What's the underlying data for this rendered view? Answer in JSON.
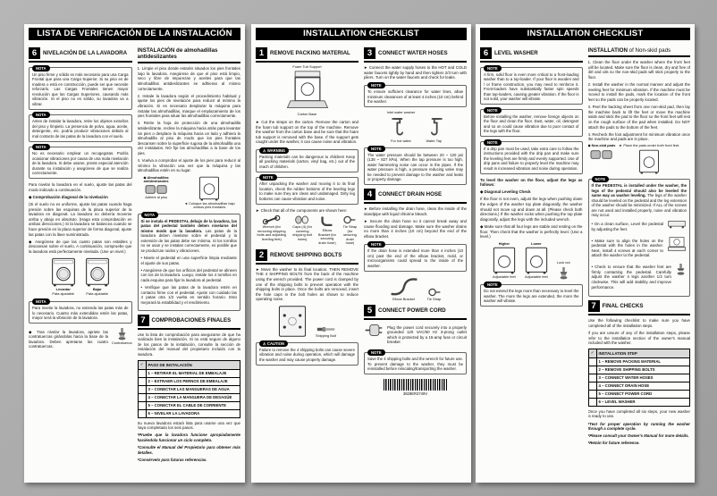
{
  "labels": {
    "nota": "NOTA",
    "note": "NOTE",
    "warning": "WARNING",
    "caution": "CAUTION",
    "check": "✓"
  },
  "es": {
    "header": "LISTA DE VERIFICACIÓN DE LA INSTALACIÓN",
    "s6_num": "6",
    "s6_title": "NIVELACIÓN DE LA LAVADORA",
    "note1": "Un piso firme y sólido es más necesario para una Carga Frontal que para una Carga Superior. Si su piso es de madera o está en construcción, puede ser que necesite reforzarlo. Las Cargas Frontales tienen mayor revolución que las Cargas Superiores, causando más vibración. Si el piso no es sólido, su lavadora va a vibrar.",
    "note2": "Antes de instalar la lavadora, retire los objetos extraños del piso y límpielo. La presencia de polvo, agua, aceite, detergente, etc. podría producir vibraciones debido al mal contacto de las patas de la lavadora con el suelo.",
    "note3": "No es necesario emplear un recogegotas. Podría ocasionar vibraciones por causa de una mala nivelación de la lavadora. Si debe usarse, preste especial atención durante su instalación y asegúrese de que se realiza correctamente.",
    "intro": "Para nivelar la lavadora en el suelo, ajuste las patas del modo indicado a continuación.",
    "diag_title": "◆ Comprobación diagonal de la nivelación",
    "diag_text": "(Si el suelo no es uniforme, ajuste las patas cuando haga presión sobre las esquinas de la placa superior de la lavadora en diagonal. La lavadora no debería moverse arriba y abajo en absoluto. (Haga esta comprobación en ambas direcciones.) Si la lavadora se balancea cuando se hace presión en la placa superior de forma diagonal, ajuste las patas con la llave suministrada.",
    "diag_b1": "◆ Asegúrese de que las cuatro patas son estables y descansan sobre el suelo. A continuación, compruebe que la lavadora está perfectamente nivelada. (Use un nivel.)",
    "fig_up": "Levantar",
    "fig_down": "Bajar",
    "fig_foot1": "Pata ajustable",
    "fig_foot2": "Pata ajustable",
    "note4": "Para nivelar la lavadora, no extienda las patas más de lo necesario. Cuanto más extendidas estén las patas, mayor será la vibración de la lavadora.",
    "after1": "◆ Tras nivelar la lavadora, apriete las contratuercas girándolas hacia la base de la lavadora. Deben apretarse las cuatro contratuercas.",
    "fig_nut": "Contratuerca",
    "pads_title": "INSTALACIÓN de almohadillas antideslizantes",
    "pads1": "1. Limpie el piso donde estarán situados los pies frontales bajo la lavadora. Asegúrese de que el piso está limpio, seco y libre de impurezas y aceites para que las almohadillas antideslizantes se adhieran al mismo correctamente.",
    "pads2": "2. Instale la lavadora según el procedimiento habitual y ajuste los pies de nivelación para reducir al mínimo la vibración. Si es necesario desplazar la máquina para instalar las almohadillas, marque el emplazamiento de los pies frontales para situar las almohadillas correctamente.",
    "pads3": "3. Retire la hoja de protección de una almohadilla antideslizante, recline la máquina hacia atrás para levantar los pies o desplace la máquina hacia un lado y adhiera la almohadilla al piso de modo que los pies frontales descansen sobre la superficie rugosa de la almohadilla una vez instalados. NO fije las almohadillas a la base de los pies.",
    "pads4": "4. Vuelva a comprobar el ajuste de los pies para reducir al mínimo la vibración una vez que la máquina y las almohadillas estén en su lugar.",
    "pads_label": "◆ Almohadillas antideslizantes",
    "pads_attach": "Adherir al piso",
    "pads_place": "◄ Coloque las almohadillas bajo ambos pies frontales",
    "ped_bold": "Si se instala el PEDESTAL debajo de la lavadora, las patas del pedestal también deben nivelarse del mismo modo que la lavadora.",
    "ped_text": "Las patas de la lavadora deben nivelarse sobre el pedestal y la extensión de las patas debe ser mínima. Si los tornillos no se usan y se instalan correctamente, es posible que se produzcan ruidos y vibraciones.",
    "ped_b1": "• Nivele el pedestal en una superficie limpia mediante el ajuste de sus patas.",
    "ped_b2": "• Asegúrese de que los orificios del pedestal se alineen con los de la lavadora. Luego, instale los 4 tornillos en cada esquina para fijar la lavadora al pedestal.",
    "ped_b3": "• Verifique que las patas de la lavadora estén en contacto firme con el pedestal. Ajuste con cuidado las 4 patas otra 1/2 vuelta en sentido horario. Esto mejorará la estabilidad y el rendimiento.",
    "s7_num": "7",
    "s7_title": "COMPROBACIONES FINALES",
    "s7_intro": "Use la lista de comprobación para asegurarse de que ha realizado bien la instalación. Si no está seguro de alguno de los pasos de la instalación, consulte la sección de instalación del manual del propietario incluido con la lavadora.",
    "chk_header": "PASO DE INSTALACIÓN",
    "checklist": [
      "1 – RETIRAR EL MATERIAL DE EMBALAJE",
      "2 – EXTRAER LOS PERNOS DE EMBALAJE",
      "3 – CONECTAR LAS MANGUERAS DE AGUA",
      "4 – CONECTAR LA MANGUERA DE DESAGÜE",
      "5 – CONECTAR EL CABLE DE CORRIENTE",
      "6 – NIVELAR LA LAVADORA"
    ],
    "s7_done": "Su nueva lavadora estará lista para usarse una vez que haya completado los seis pasos.",
    "foot1": "*Pruebe que la lavadora funcione apropiadamente haciéndola funcionar un ciclo completo.",
    "foot2": "*Consulte el Manual del Propietario para obtener más detalles.",
    "foot3": "*Consérvelo para futuras referencias."
  },
  "en1": {
    "header": "INSTALLATION CHECKLIST",
    "s1_num": "1",
    "s1_title": "REMOVE PACKING MATERIAL",
    "fig_foam": "Foam Tub Support",
    "fig_carton": "Carton Base",
    "s1_text": "► Cut the straps on the carton. Remove the carton and the foam tub support on the top of the machine. Remove the washer from the carton base and be sure that the foam tub support is removed with the base. If the support gets caught under the washer, it can cause noise and vibration.",
    "warn_text": "Packing materials can be dangerous to children! Keep all packing materials (carton, vinyl bag, etc.) out of the reach of children.",
    "note1": "After unpacking the washer and moving it to its final location, check the rubber bottoms of the leveling legs to make sure they are clean and undamaged. Dirty leg bottoms can cause vibration and noise.",
    "s1_check": "► Check that all of the components are shown here:",
    "tool1": "Wrench (for removing shipping bolts and adjusting leveling feet)",
    "tool2": "Caps (4) (for covering shipping bolt holes)",
    "tool3": "Elbow Bracket (for securing drain hose)",
    "tool4": "Tie Strap (for securing drain hose)",
    "s2_num": "2",
    "s2_title": "REMOVE SHIPPING BOLTS",
    "s2_text": "► Move the washer to its final location. THEN REMOVE THE 4 SHIPPING BOLTS from the back of the machine using the wrench provided. The power cord is clamped by one of the shipping bolts to prevent operation with the shipping bolts in place. Once the bolts are removed, insert the hole caps in the bolt holes as shown to reduce operating noise.",
    "fig_bolt1": "Elbow Bracket",
    "fig_bolt2": "Shipping Bolt",
    "caution_text": "Failure to remove the 4 shipping bolts can cause severe vibration and noise during operation, which will damage the washer and may cause property damage.",
    "s3_num": "3",
    "s3_title": "CONNECT WATER HOSES",
    "s3_text": "► Connect the water supply hoses to the HOT and COLD water faucets tightly by hand and then tighten 2/3 turn with pliers. Turn on the water faucets and check for leaks.",
    "note2": "To ensure sufficient clearance for water lines, allow minimum clearances of at least 4 inches (10 cm) behind the washer.",
    "fig_hot": "For hot water",
    "fig_cold": "Inlet water washer",
    "fig_tap": "Water Tap",
    "note3": "The water pressure should be between 20 ~ 120 psi (138 ~ 827 kPa). When the tap pressure is too high, water hammering noise can occur in the pipes. If the water pressure is high, a pressure reducing valve may be needed to prevent damage to the washer and leaks or property damage.",
    "s4_num": "4",
    "s4_title": "CONNECT DRAIN HOSE",
    "s4_b1": "► Before installing the drain hose, clean the inside of the standpipe with liquid chlorine bleach.",
    "s4_b2": "► Secure the drain hose so it cannot break away and cause flooding and damage. Make sure the washer drains no more than 4 inches (10 cm) beyond the end of the elbow bracket.",
    "note4": "If the drain hose is extended more than 4 inches (10 cm) past the end of the elbow bracket, mold, or microorganisms could spread to the inside of the washer.",
    "fig_elbow": "Elbow Bracket",
    "fig_tie": "Tie Strap",
    "s5_num": "5",
    "s5_title": "CONNECT POWER CORD",
    "s5_text": "Plug the power cord securely into a properly grounded 120 VAC/60 Hz 3-prong outlet which is protected by a 15-amp fuse or circuit breaker.",
    "note5": "Save the 4 shipping bolts and the wrench for future use. To prevent damage to the washer, they must be reinstalled before relocating/transporting the washer.",
    "barcode": "3828ER3749V"
  },
  "en2": {
    "header": "INSTALLATION CHECKLIST",
    "s6_num": "6",
    "s6_title": "LEVEL WASHER",
    "note1": "A firm, solid floor is even more critical to a front-loading washer than to a top-loader. If your floor is wooden and / or frame construction, you may need to reinforce it. Front-loaders have substantially faster spin speeds than top-loaders, causing greater vibration. If the floor is not solid, your washer will vibrate.",
    "note2": "Before installing the washer, remove foreign objects on the floor and clean the floor. Dust, water, oil, detergent and so on could cause vibration due to poor contact of the legs with the floor.",
    "note3": "If a drip pan must be used, take extra care to follow the instructions provided with the drip pan and make sure the leveling feet are firmly and evenly supported. Use of drip pans and failure to properly level the machine may result in increased vibration and noise during operation.",
    "level_intro": "To level the washer on the floor, adjust the legs as follows:",
    "diag_title": "◆ Diagonal Leveling Check",
    "diag_text": "If the floor is not even, adjust the legs when pushing down the edges of the washer top plate diagonally, the washer should not move up and down at all. (Please check both directions.) If the washer rocks when pushing the top plate diagonally, adjust the legs with the included wrench.",
    "diag_b1": "◆ Make sure that all four legs are stable and resting on the floor. Then check that the washer is perfectly level. (Use a level.)",
    "fig_higher": "Higher",
    "fig_lower": "Lower",
    "fig_locknut": "Lock nut",
    "fig_feet1": "Adjustable feet",
    "fig_feet2": "Adjustable feet",
    "note4": "Do not extend the legs more than necessary to level the washer. The more the legs are extended, the more the washer will vibrate.",
    "pads_title1": "INSTALLATION",
    "pads_title2": " of Non-skid pads",
    "pads1": "1. Clean the floor under the washer where the front feet will be located. Make sure the floor is clean, dry and free of dirt and oils so the non-skid pads will stick properly to the floor.",
    "pads2": "2. Install the washer in the normal manner and adjust the leveling feet for minimum vibration. If the machine must be moved to install the pads, mark the location of the front feet so the pads can be properly located.",
    "pads3": "3. Peel the backing sheet from one non-skid pad, then lay the machine back to lift the feet or move the machine aside and stick the pad to the floor so the front feet will rest on the rough surface of the pad when installed. Do NOT attach the pads to the bottom of the feet.",
    "pads4": "4. Recheck the foot adjustment for minimum vibration once the machine and pads are in place.",
    "pads_label": "◆ Non-skid pads",
    "pads_place": "► Place the pads under both front feet.",
    "ped_bold": "If the PEDESTAL is installed under the washer, the legs of the pedestal should also be leveled the same way as washer leveling.",
    "ped_text": "The legs of the washer should be leveled on the pedestal and the leg extension of the washer should be minimized. If ALL of the screws are not used and installed properly, noise and vibration may occur.",
    "ped_b1": "• On a clean surface, Level the pedestal by adjusting the feet.",
    "ped_b2": "• Make sure to align the holes on the pedestal with the holes in the washer. Next, install 4 screws at each corner to attach the washer to the pedestal.",
    "ped_b3": "• Check to ensure that the washer feet are firmly contacting the pedestal. Carefully adjust the washer 4 legs another 1/2 turn clockwise. This will add stability and improve performance.",
    "s7_num": "7",
    "s7_title": "FINAL CHECKS",
    "s7_intro": "Use the following checklist to make sure you have completed all of the installation steps.",
    "s7_intro2": "If you are unsure of any of the installation steps, please refer to the installation section of the owner's manual included with the washer.",
    "chk_header": "INSTALLATION STEP",
    "checklist": [
      "1 – REMOVE PACKING MATERIAL",
      "2 – REMOVE SHIPPING BOLTS",
      "3 – CONNECT WATER HOSES",
      "4 – CONNECT DRAIN HOSE",
      "5 – CONNECT POWER CORD",
      "6 – LEVEL WASHER"
    ],
    "s7_done": "Once you have completed all six steps, your new washer is ready to use.",
    "foot1": "*Test for proper operation by running the washer through a complete cycle.",
    "foot2": "*Please consult your Owner's Manual for more details.",
    "foot3": "*Retain for future reference."
  }
}
